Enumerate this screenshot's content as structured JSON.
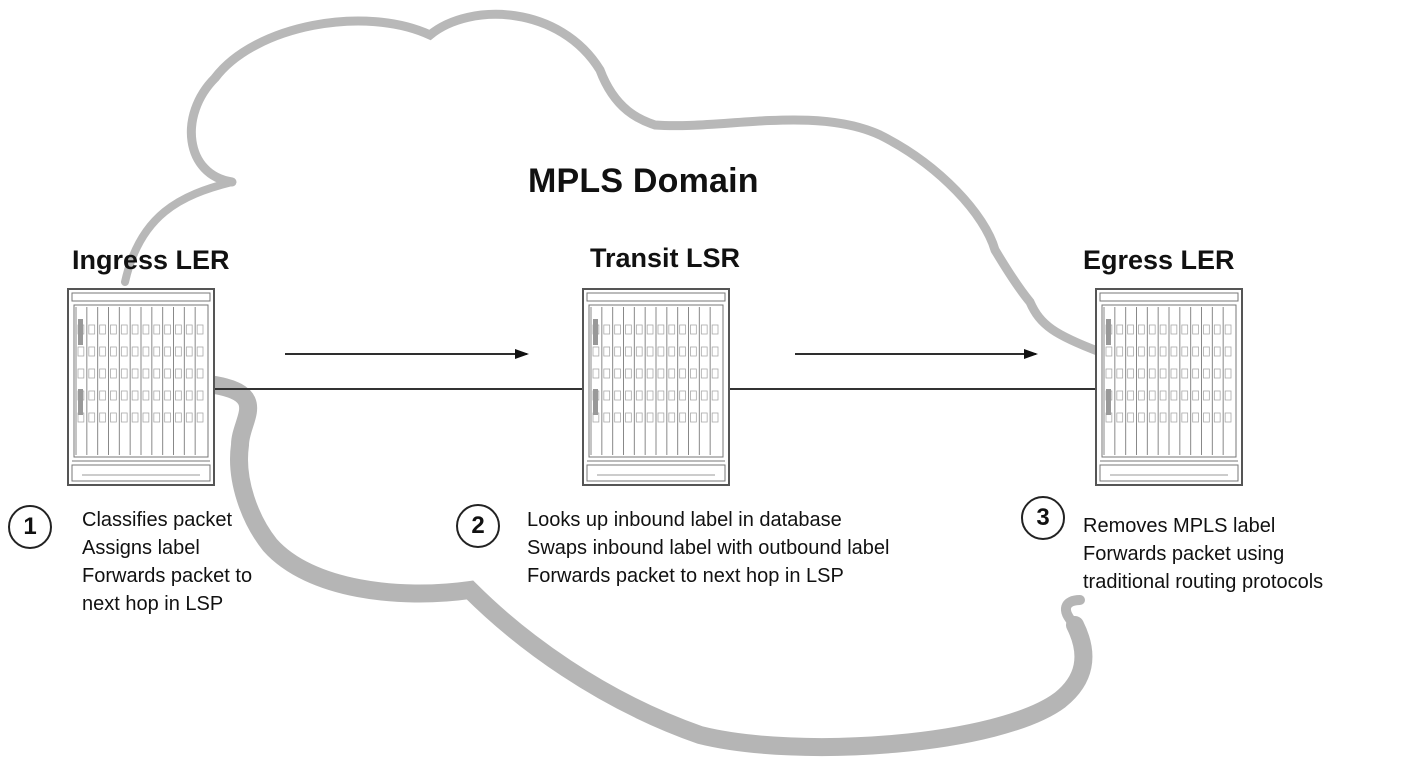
{
  "diagram": {
    "title": "MPLS Domain",
    "nodes": [
      {
        "name": "Ingress LER",
        "step": "1",
        "description": [
          "Classifies packet",
          "Assigns label",
          "Forwards packet to",
          "next hop in LSP"
        ]
      },
      {
        "name": "Transit LSR",
        "step": "2",
        "description": [
          "Looks up inbound label in database",
          "Swaps inbound label with outbound label",
          "Forwards packet to next hop in LSP"
        ]
      },
      {
        "name": "Egress LER",
        "step": "3",
        "description": [
          "Removes MPLS label",
          "Forwards packet using",
          "traditional routing protocols"
        ]
      }
    ],
    "colors": {
      "cloud": "#b3b3b3",
      "line": "#333333",
      "router_frame": "#555555"
    },
    "icons": [
      "router-chassis-icon",
      "arrow-right-icon"
    ]
  }
}
